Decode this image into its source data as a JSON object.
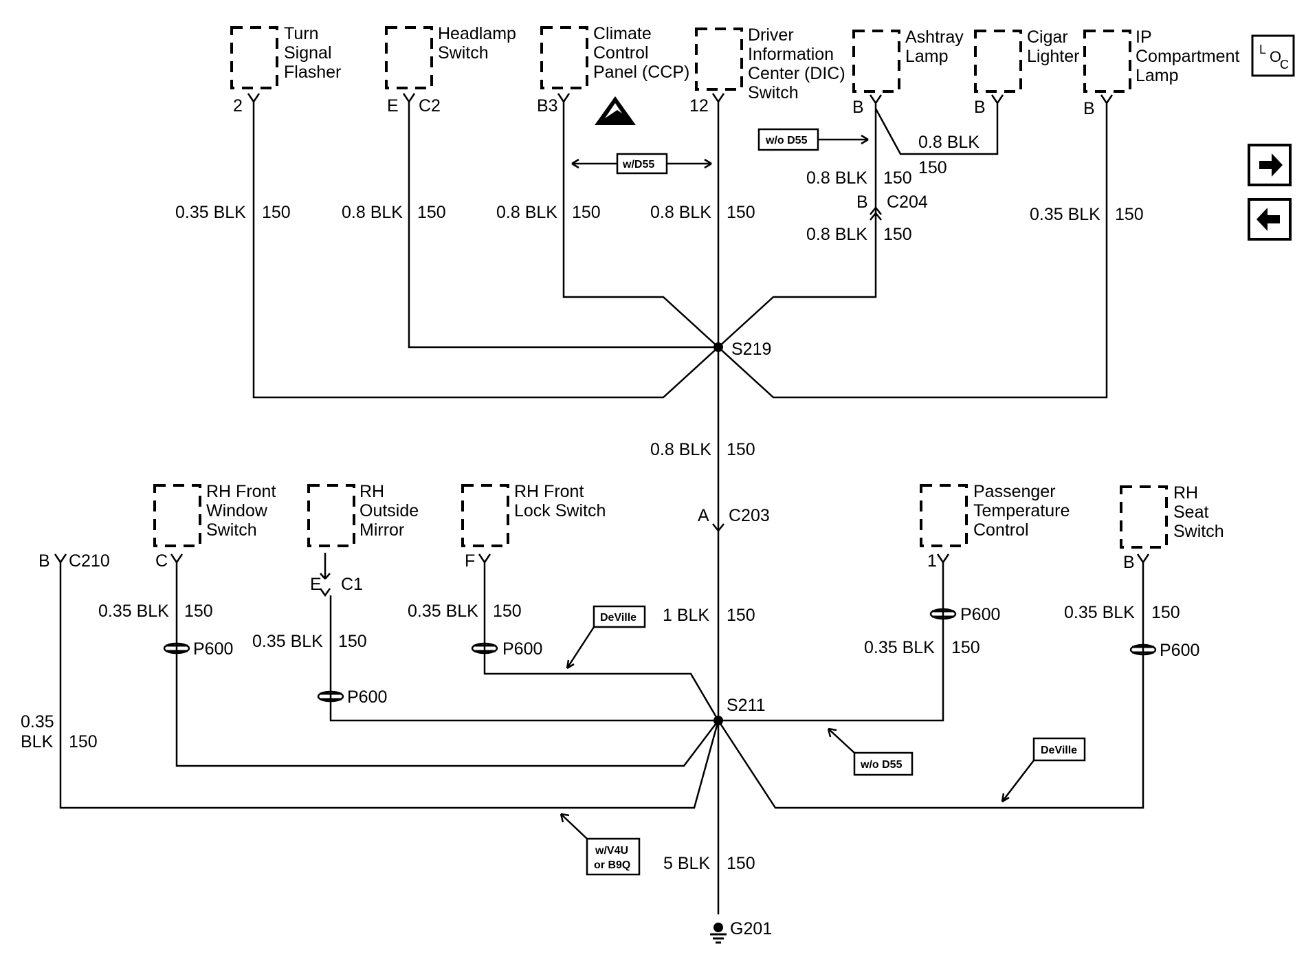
{
  "components": {
    "turn_signal_flasher": [
      "Turn",
      "Signal",
      "Flasher"
    ],
    "headlamp_switch": [
      "Headlamp",
      "Switch"
    ],
    "climate_control_panel": [
      "Climate",
      "Control",
      "Panel (CCP)"
    ],
    "dic_switch": [
      "Driver",
      "Information",
      "Center (DIC)",
      "Switch"
    ],
    "ashtray_lamp": [
      "Ashtray",
      "Lamp"
    ],
    "cigar_lighter": [
      "Cigar",
      "Lighter"
    ],
    "ip_compartment_lamp": [
      "IP",
      "Compartment",
      "Lamp"
    ],
    "rh_front_window_switch": [
      "RH Front",
      "Window",
      "Switch"
    ],
    "rh_outside_mirror": [
      "RH",
      "Outside",
      "Mirror"
    ],
    "rh_front_lock_switch": [
      "RH Front",
      "Lock Switch"
    ],
    "passenger_temperature_control": [
      "Passenger",
      "Temperature",
      "Control"
    ],
    "rh_seat_switch": [
      "RH",
      "Seat",
      "Switch"
    ]
  },
  "pins": {
    "turn_signal": "2",
    "headlamp": "E",
    "headlamp_conn": "C2",
    "ccp": "B3",
    "dic": "12",
    "ashtray": "B",
    "cigar": "B",
    "ip_comp": "B",
    "c204_pin": "B",
    "window": "C",
    "mirror": "E",
    "mirror_conn": "C1",
    "lock": "F",
    "ptc": "1",
    "seat": "B",
    "c210_pin": "B",
    "c203_pin": "A"
  },
  "wires": {
    "w_0_35_blk": "0.35 BLK",
    "w_0_8_blk": "0.8 BLK",
    "w_1_blk": "1 BLK",
    "w_5_blk": "5 BLK",
    "w_0_35": "0.35",
    "w_blk": "BLK",
    "circuit": "150"
  },
  "nodes": {
    "s219": "S219",
    "s211": "S211",
    "c204": "C204",
    "c203": "C203",
    "c210": "C210",
    "p600": "P600",
    "g201": "G201"
  },
  "options": {
    "wd55": "w/D55",
    "wod55": "w/o D55",
    "deville": "DeVille",
    "wv4u_line1": "w/V4U",
    "wv4u_line2": "or B9Q"
  },
  "nav": {
    "loc_l": "L",
    "loc_o": "O",
    "loc_c": "C",
    "forward_icon": "arrow-right-icon",
    "back_icon": "arrow-left-icon"
  },
  "symbols": {
    "esd_icon": "esd-warning-icon",
    "ground_icon": "ground-icon"
  }
}
